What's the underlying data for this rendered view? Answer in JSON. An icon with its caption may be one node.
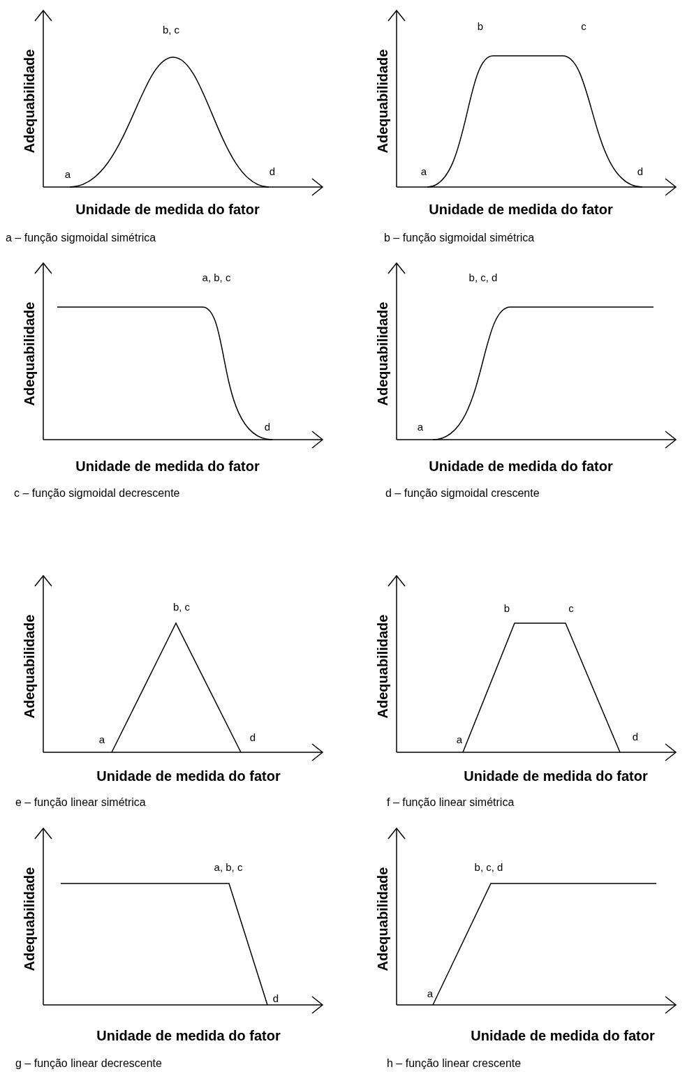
{
  "diagram": {
    "labels": [
      "b, c",
      "Adequabilidade",
      "a",
      "d",
      "Unidade de medida do fator",
      "a – função sigmoidal simétrica",
      "b",
      "c",
      "Adequabilidade",
      "a",
      "d",
      "Unidade de medida do fator",
      "b – função sigmoidal simétrica",
      "a, b, c",
      "Adequabilidade",
      "d",
      "Unidade de medida do fator",
      "c – função sigmoidal decrescente",
      "b, c, d",
      "Adequabilidade",
      "a",
      "Unidade de medida do fator",
      "d – função sigmoidal crescente",
      "b, c",
      "Adequabilidade",
      "a",
      "d",
      "Unidade de medida do fator",
      "e – função linear simétrica",
      "b",
      "c",
      "Adequabilidade",
      "a",
      "d",
      "Unidade de medida do fator",
      "f – função linear simétrica",
      "a, b, c",
      "Adequabilidade",
      "d",
      "Unidade de medida do fator",
      "g – função linear decrescente",
      "b, c, d",
      "Adequabilidade",
      "a",
      "Unidade de medida do fator",
      "h – função linear crescente"
    ]
  }
}
